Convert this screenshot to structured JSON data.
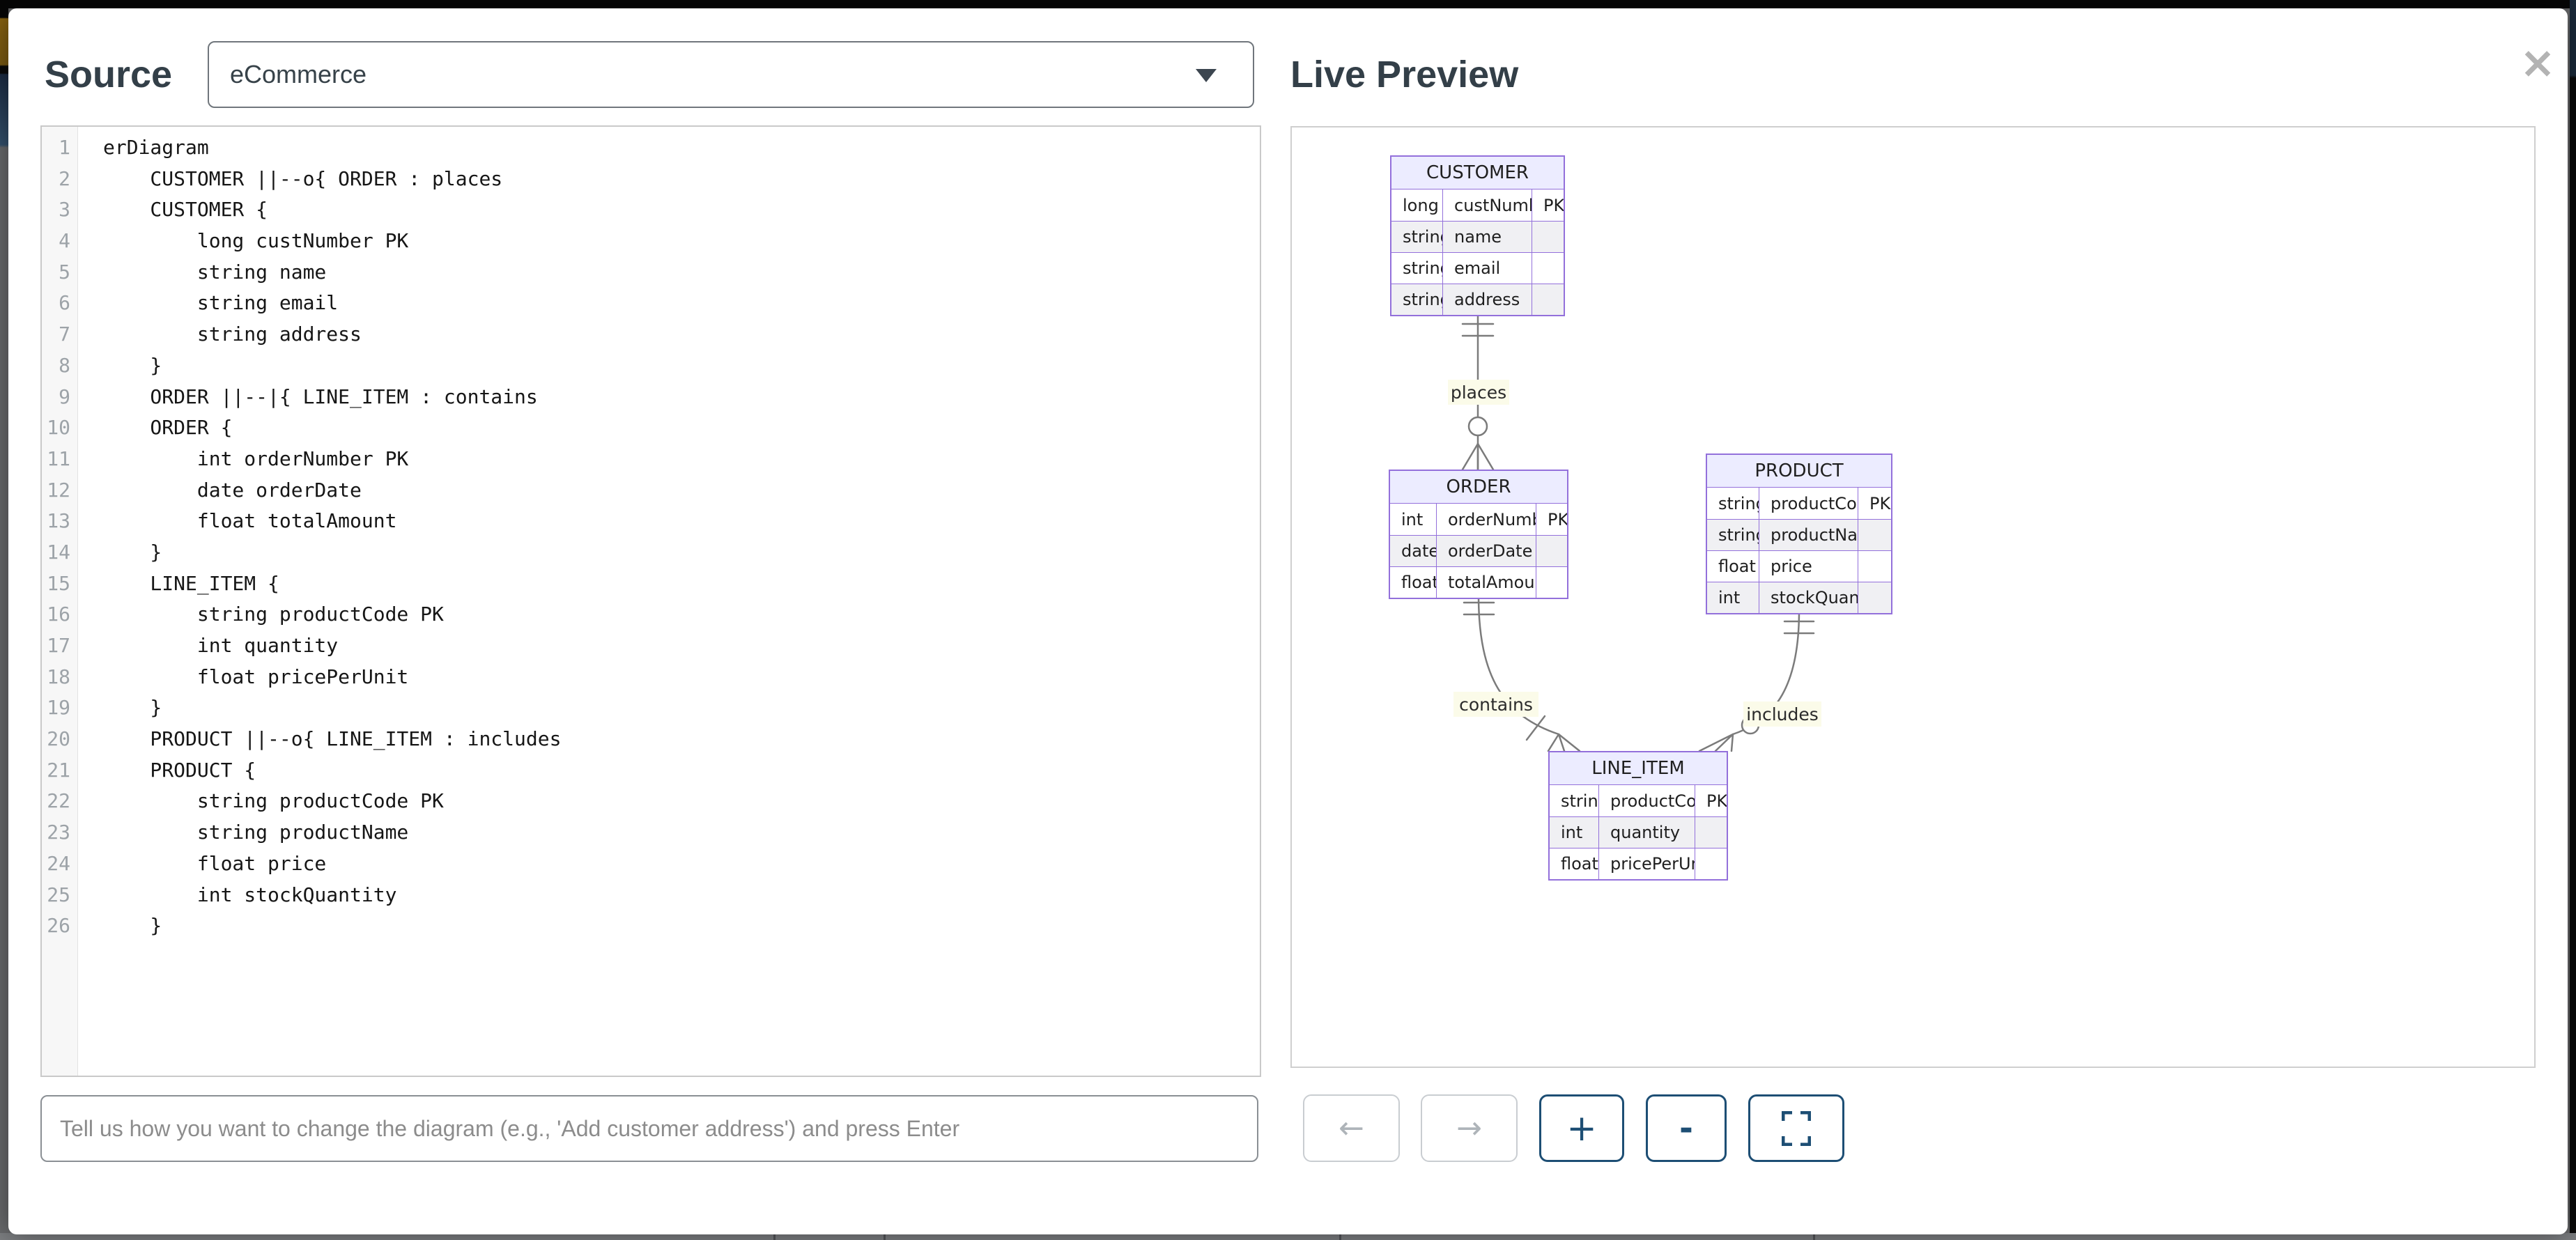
{
  "dialog": {
    "source_title": "Source",
    "preview_title": "Live Preview",
    "close_icon": "×"
  },
  "source": {
    "selected": "eCommerce"
  },
  "editor": {
    "line_numbers": [
      "1",
      "2",
      "3",
      "4",
      "5",
      "6",
      "7",
      "8",
      "9",
      "10",
      "11",
      "12",
      "13",
      "14",
      "15",
      "16",
      "17",
      "18",
      "19",
      "20",
      "21",
      "22",
      "23",
      "24",
      "25",
      "26"
    ],
    "lines": [
      "erDiagram",
      "    CUSTOMER ||--o{ ORDER : places",
      "    CUSTOMER {",
      "        long custNumber PK",
      "        string name",
      "        string email",
      "        string address",
      "    }",
      "    ORDER ||--|{ LINE_ITEM : contains",
      "    ORDER {",
      "        int orderNumber PK",
      "        date orderDate",
      "        float totalAmount",
      "    }",
      "    LINE_ITEM {",
      "        string productCode PK",
      "        int quantity",
      "        float pricePerUnit",
      "    }",
      "    PRODUCT ||--o{ LINE_ITEM : includes",
      "    PRODUCT {",
      "        string productCode PK",
      "        string productName",
      "        float price",
      "        int stockQuantity",
      "    }"
    ]
  },
  "prompt": {
    "placeholder": "Tell us how you want to change the diagram (e.g., 'Add customer address') and press Enter"
  },
  "toolbar": {
    "back_icon": "←",
    "forward_icon": "→",
    "zoom_in": "+",
    "zoom_out": "-"
  },
  "diagram": {
    "entities": {
      "customer": {
        "name": "CUSTOMER",
        "rows": [
          {
            "type": "long",
            "name": "custNumber",
            "key": "PK"
          },
          {
            "type": "string",
            "name": "name",
            "key": ""
          },
          {
            "type": "string",
            "name": "email",
            "key": ""
          },
          {
            "type": "string",
            "name": "address",
            "key": ""
          }
        ]
      },
      "order": {
        "name": "ORDER",
        "rows": [
          {
            "type": "int",
            "name": "orderNumber",
            "key": "PK"
          },
          {
            "type": "date",
            "name": "orderDate",
            "key": ""
          },
          {
            "type": "float",
            "name": "totalAmount",
            "key": ""
          }
        ]
      },
      "product": {
        "name": "PRODUCT",
        "rows": [
          {
            "type": "string",
            "name": "productCode",
            "key": "PK"
          },
          {
            "type": "string",
            "name": "productName",
            "key": ""
          },
          {
            "type": "float",
            "name": "price",
            "key": ""
          },
          {
            "type": "int",
            "name": "stockQuantity",
            "key": ""
          }
        ]
      },
      "line_item": {
        "name": "LINE_ITEM",
        "rows": [
          {
            "type": "string",
            "name": "productCode",
            "key": "PK"
          },
          {
            "type": "int",
            "name": "quantity",
            "key": ""
          },
          {
            "type": "float",
            "name": "pricePerUnit",
            "key": ""
          }
        ]
      }
    },
    "relationships": [
      {
        "label": "places",
        "from": "CUSTOMER",
        "to": "ORDER",
        "cardinality": "||--o{"
      },
      {
        "label": "contains",
        "from": "ORDER",
        "to": "LINE_ITEM",
        "cardinality": "||--|{"
      },
      {
        "label": "includes",
        "from": "PRODUCT",
        "to": "LINE_ITEM",
        "cardinality": "||--o{"
      }
    ],
    "colors": {
      "entity_fill": "#ECECFF",
      "entity_stroke": "#9370DB",
      "row_alt": "#f0f0f3",
      "relationship_line": "#7b7b7b",
      "label_bg": "#fbfbe9"
    }
  },
  "colors": {
    "accent_navy": "#1d4e74",
    "title_text": "#333f48"
  }
}
